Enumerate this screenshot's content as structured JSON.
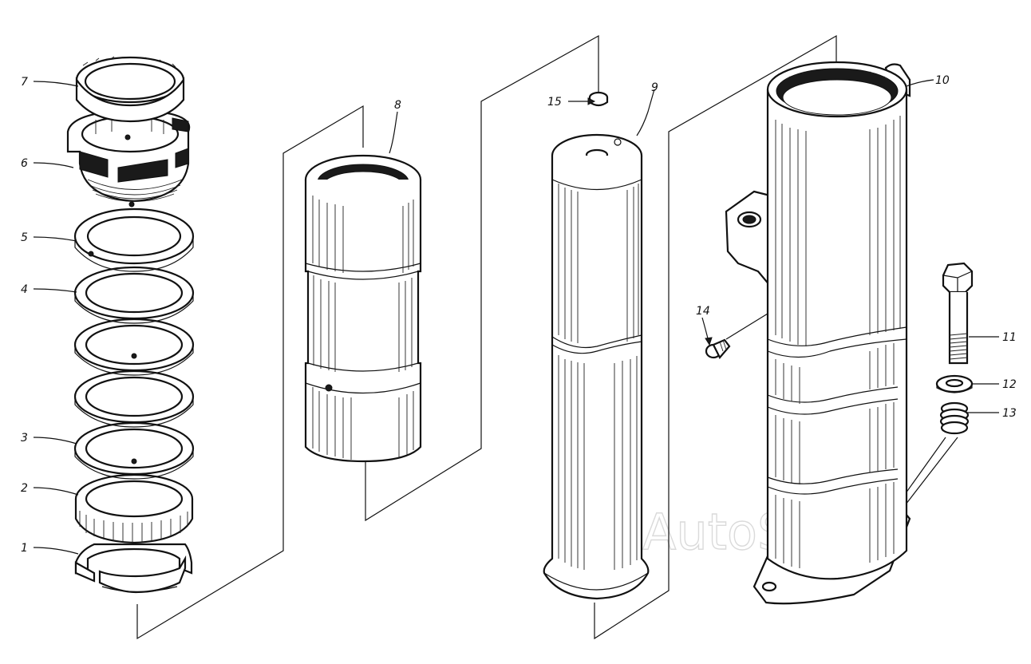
{
  "labels": {
    "l1": "1",
    "l2": "2",
    "l3": "3",
    "l4": "4",
    "l5": "5",
    "l6": "6",
    "l7": "7",
    "l8": "8",
    "l9": "9",
    "l10": "10",
    "l11": "11",
    "l12": "12",
    "l13": "13",
    "l14": "14",
    "l15": "15"
  },
  "watermark": "AutoSoft"
}
